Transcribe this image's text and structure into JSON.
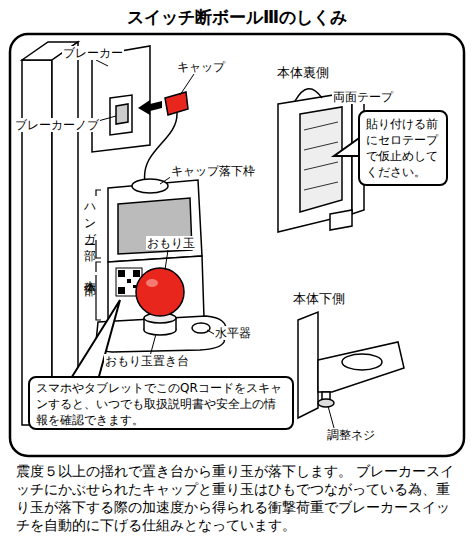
{
  "diagram": {
    "title": "スイッチ断ボールⅢのしくみ",
    "caption": "震度５以上の揺れで置き台から重り玉が落下します。 ブレーカースイッチにかぶせられたキャップと重り玉はひもでつながっている為、重り玉が落下する際の加速度から得られる衝撃荷重でブレーカースイッチを自動的に下げる仕組みとなっています。",
    "nodes": [
      {
        "text": [
          "貼り付ける前にセロテープで仮止めしてください。"
        ]
      },
      {
        "text": [
          "スマホやタブレットでこのQRコードをスキャンすると、いつでも取扱説明書や安全上の情報を確認できます。"
        ]
      }
    ],
    "labels": [
      "ブレーカー",
      "キャップ",
      "ブレーカーノブ",
      "キャップ落下枠",
      "ハンガー部",
      "本体部",
      "おもり玉",
      "水平器",
      "おもり玉置き台",
      "本体裏側",
      "両面テープ",
      "本体下側",
      "調整ネジ"
    ]
  }
}
